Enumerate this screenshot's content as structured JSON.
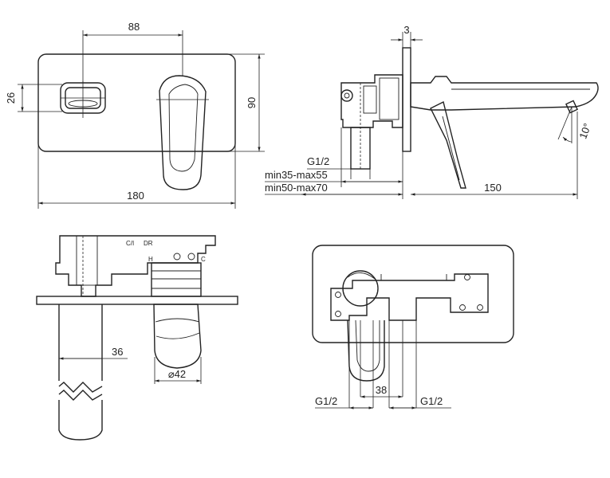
{
  "dimensions": {
    "front_width_between_centres": "88",
    "front_outlet_height": "26",
    "front_plate_height": "90",
    "front_plate_width": "180",
    "side_plate_thickness": "3",
    "side_thread_size": "G1/2",
    "side_wall_depth_min_max_55": "min35-max55",
    "side_wall_depth_min_max_70": "min50-max70",
    "side_spout_length": "150",
    "side_spout_angle": "10°",
    "bottom_left_outlet_width": "36",
    "bottom_left_body_diameter": "⌀42",
    "bottom_right_thread_left": "G1/2",
    "bottom_right_inlet_spacing": "38",
    "bottom_right_thread_right": "G1/2"
  },
  "markings": {
    "body_marking": "C/I",
    "body_marking_right": "DR",
    "letter_h": "H",
    "letter_c": "C"
  }
}
